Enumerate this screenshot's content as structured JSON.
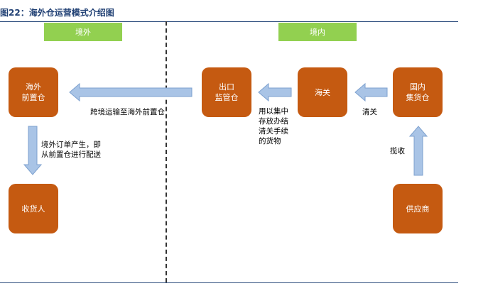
{
  "figure_title": "图22：海外仓运营模式介绍图",
  "regions": {
    "overseas": "境外",
    "domestic": "境内"
  },
  "nodes": {
    "overseas_warehouse": "海外\n前置仓",
    "export_bonded": "出口\n监管仓",
    "customs": "海关",
    "domestic_consolidation": "国内\n集货仓",
    "receiver": "收货人",
    "supplier": "供应商"
  },
  "edge_labels": {
    "cross_border": "跨境运输至海外前置仓",
    "centralized": "用以集中\n存放办结\n清关手续\n的货物",
    "clearance": "清关",
    "pickup": "揽收",
    "order_dispatch": "境外订单产生，即\n从前置仓进行配送"
  },
  "colors": {
    "node": "#c55a11",
    "region": "#92d050",
    "arrow_fill": "#a9c4e6",
    "arrow_stroke": "#7da1cf"
  }
}
